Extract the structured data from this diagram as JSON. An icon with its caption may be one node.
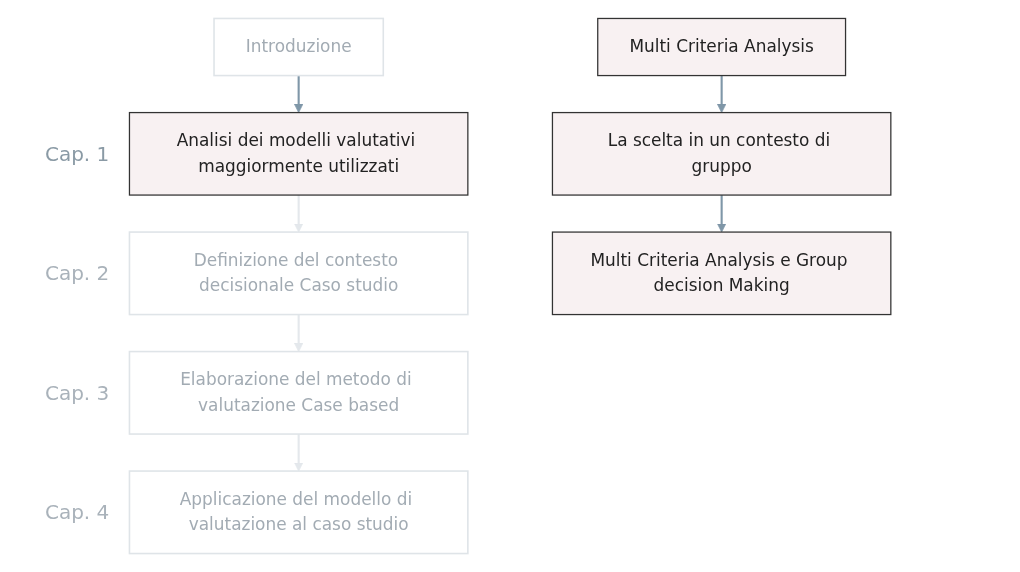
{
  "diagram": {
    "nodes": [
      {
        "text": [
          "Introduzione"
        ]
      },
      {
        "text": [
          "Analisi dei modelli valutativi maggiormente utilizzati"
        ],
        "beside": [
          "Cap. 1"
        ]
      },
      {
        "text": [
          "Definizione del contesto decisionale Caso studio"
        ],
        "beside": [
          "Cap. 2"
        ]
      },
      {
        "text": [
          "Elaborazione del metodo di valutazione Case based"
        ],
        "beside": [
          "Cap. 3"
        ]
      },
      {
        "text": [
          "Applicazione del modello di valutazione al caso studio"
        ],
        "beside": [
          "Cap. 4"
        ]
      },
      {
        "text": [
          "Multi Criteria Analysis"
        ]
      },
      {
        "text": [
          "La scelta in un contesto di gruppo"
        ]
      },
      {
        "text": [
          "Multi Criteria Analysis e Group decision Making"
        ]
      }
    ],
    "edges": [
      {
        "from": 0,
        "to": 1,
        "arrow": "to"
      },
      {
        "from": 1,
        "to": 2,
        "arrow": "to",
        "color": "#e4e8ec"
      },
      {
        "from": 2,
        "to": 3,
        "arrow": "to",
        "color": "#e4e8ec"
      },
      {
        "from": 3,
        "to": 4,
        "arrow": "to",
        "color": "#e4e8ec"
      },
      {
        "from": 5,
        "to": 6,
        "arrow": "to"
      },
      {
        "from": 6,
        "to": 7,
        "arrow": "to"
      }
    ]
  }
}
